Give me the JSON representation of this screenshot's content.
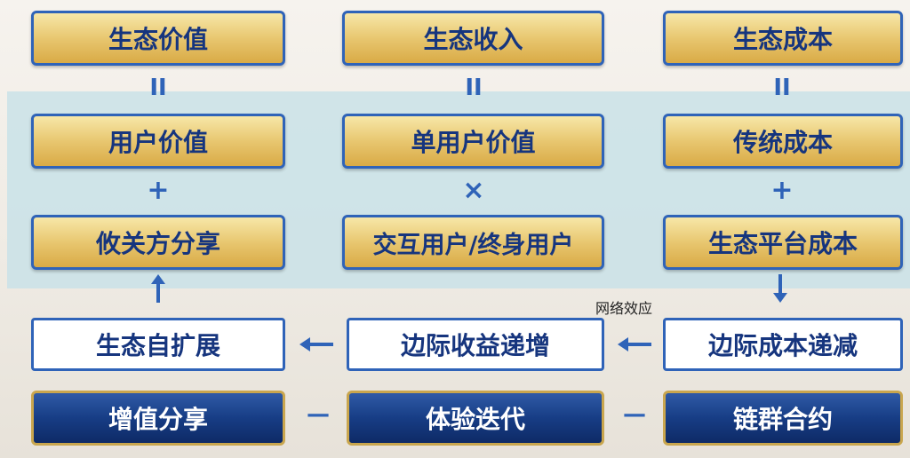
{
  "row1": [
    "生态价值",
    "生态收入",
    "生态成本"
  ],
  "eq": "II",
  "row2": [
    "用户价值",
    "单用户价值",
    "传统成本"
  ],
  "ops": [
    "+",
    "×",
    "+"
  ],
  "row3": [
    "攸关方分享",
    "交互用户/终身用户",
    "生态平台成本"
  ],
  "network_label": "网络效应",
  "row4": [
    "生态自扩展",
    "边际收益递增",
    "边际成本递减"
  ],
  "row5": [
    "增值分享",
    "体验迭代",
    "链群合约"
  ],
  "dash": "—",
  "colors": {
    "blue": "#2f63b8",
    "navy": "#16357e",
    "gold": "#e8c770"
  }
}
